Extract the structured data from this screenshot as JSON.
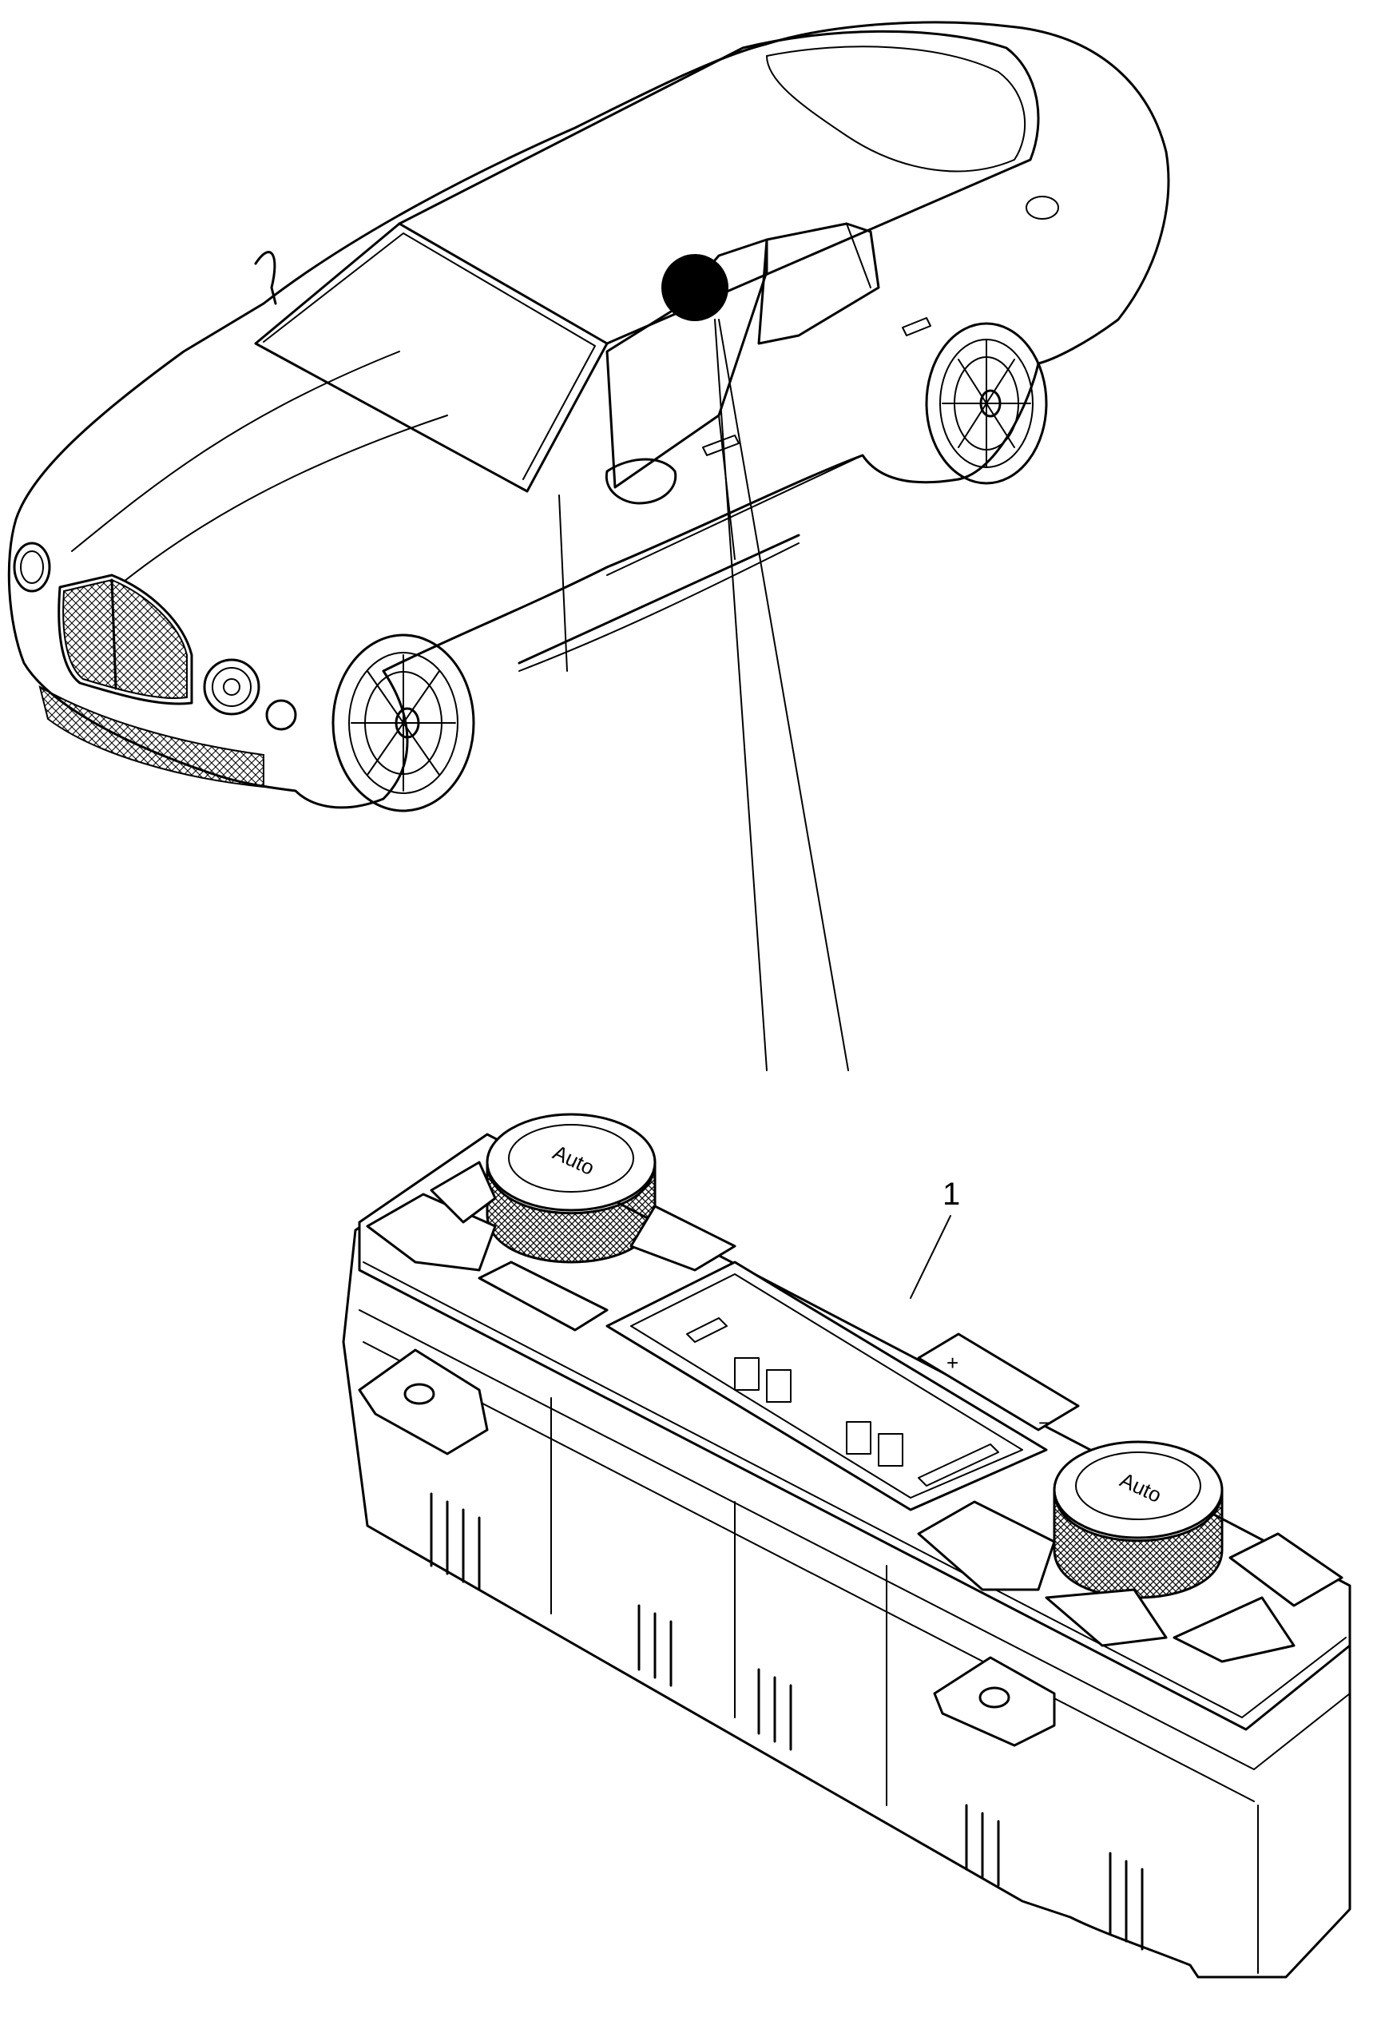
{
  "diagram": {
    "callouts": [
      {
        "id": "1",
        "label": "1"
      }
    ],
    "panel_labels": {
      "left_knob": "Auto",
      "right_knob": "Auto",
      "plus": "+",
      "minus": "−"
    }
  }
}
